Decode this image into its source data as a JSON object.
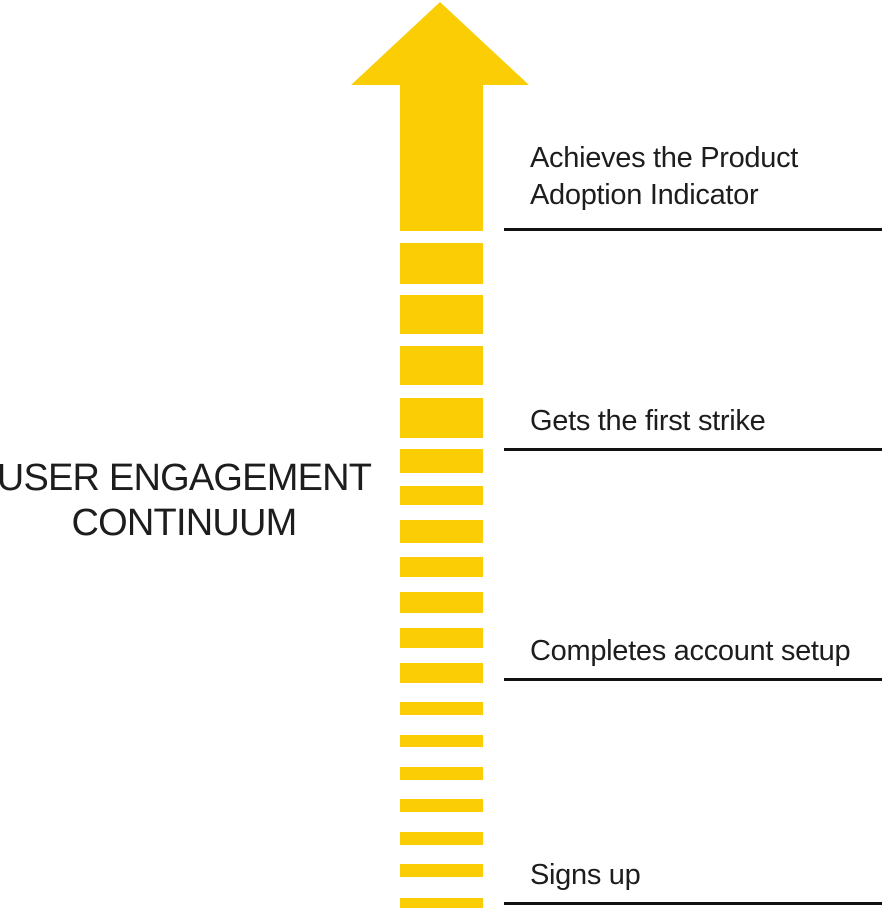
{
  "title": {
    "line1": "USER ENGAGEMENT",
    "line2": "CONTINUUM"
  },
  "milestones": [
    {
      "label": "Achieves the Product Adoption Indicator"
    },
    {
      "label": "Gets the first strike"
    },
    {
      "label": "Completes account setup"
    },
    {
      "label": "Signs up"
    }
  ],
  "colors": {
    "arrow_yellow": "#FBCD05",
    "text": "#1D1D1D",
    "line": "#111111"
  }
}
